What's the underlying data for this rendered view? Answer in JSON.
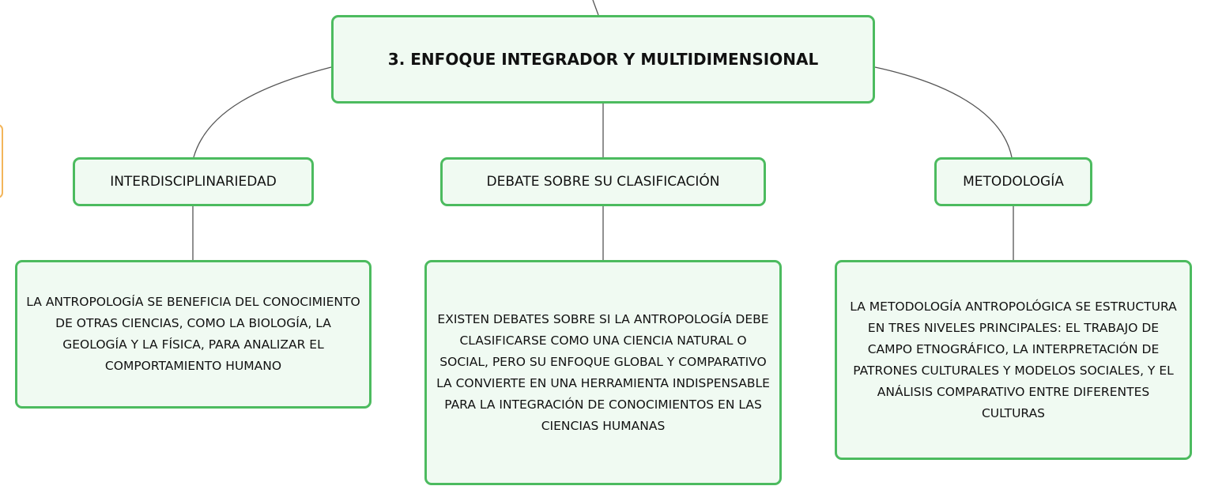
{
  "root": {
    "label": "3. ENFOQUE INTEGRADOR Y MULTIDIMENSIONAL"
  },
  "branches": [
    {
      "label": "INTERDISCIPLINARIEDAD",
      "detail": "LA ANTROPOLOGÍA SE BENEFICIA DEL CONOCIMIENTO DE OTRAS CIENCIAS, COMO LA BIOLOGÍA, LA GEOLOGÍA Y LA FÍSICA, PARA ANALIZAR EL COMPORTAMIENTO HUMANO"
    },
    {
      "label": "DEBATE SOBRE SU CLASIFICACIÓN",
      "detail": "EXISTEN DEBATES SOBRE SI LA ANTROPOLOGÍA DEBE CLASIFICARSE COMO UNA CIENCIA NATURAL O SOCIAL, PERO SU ENFOQUE GLOBAL Y COMPARATIVO LA CONVIERTE EN UNA HERRAMIENTA INDISPENSABLE PARA LA INTEGRACIÓN DE CONOCIMIENTOS EN LAS CIENCIAS HUMANAS"
    },
    {
      "label": "METODOLOGÍA",
      "detail": "LA METODOLOGÍA ANTROPOLÓGICA SE ESTRUCTURA EN TRES NIVELES PRINCIPALES: EL TRABAJO DE CAMPO ETNOGRÁFICO, LA INTERPRETACIÓN DE PATRONES CULTURALES Y MODELOS SOCIALES, Y EL ANÁLISIS COMPARATIVO ENTRE DIFERENTES CULTURAS"
    }
  ],
  "colors": {
    "node_border": "#4cbb5f",
    "node_fill": "#f0faf2",
    "connector": "#555555",
    "side_tab_border": "#f3b55a"
  }
}
